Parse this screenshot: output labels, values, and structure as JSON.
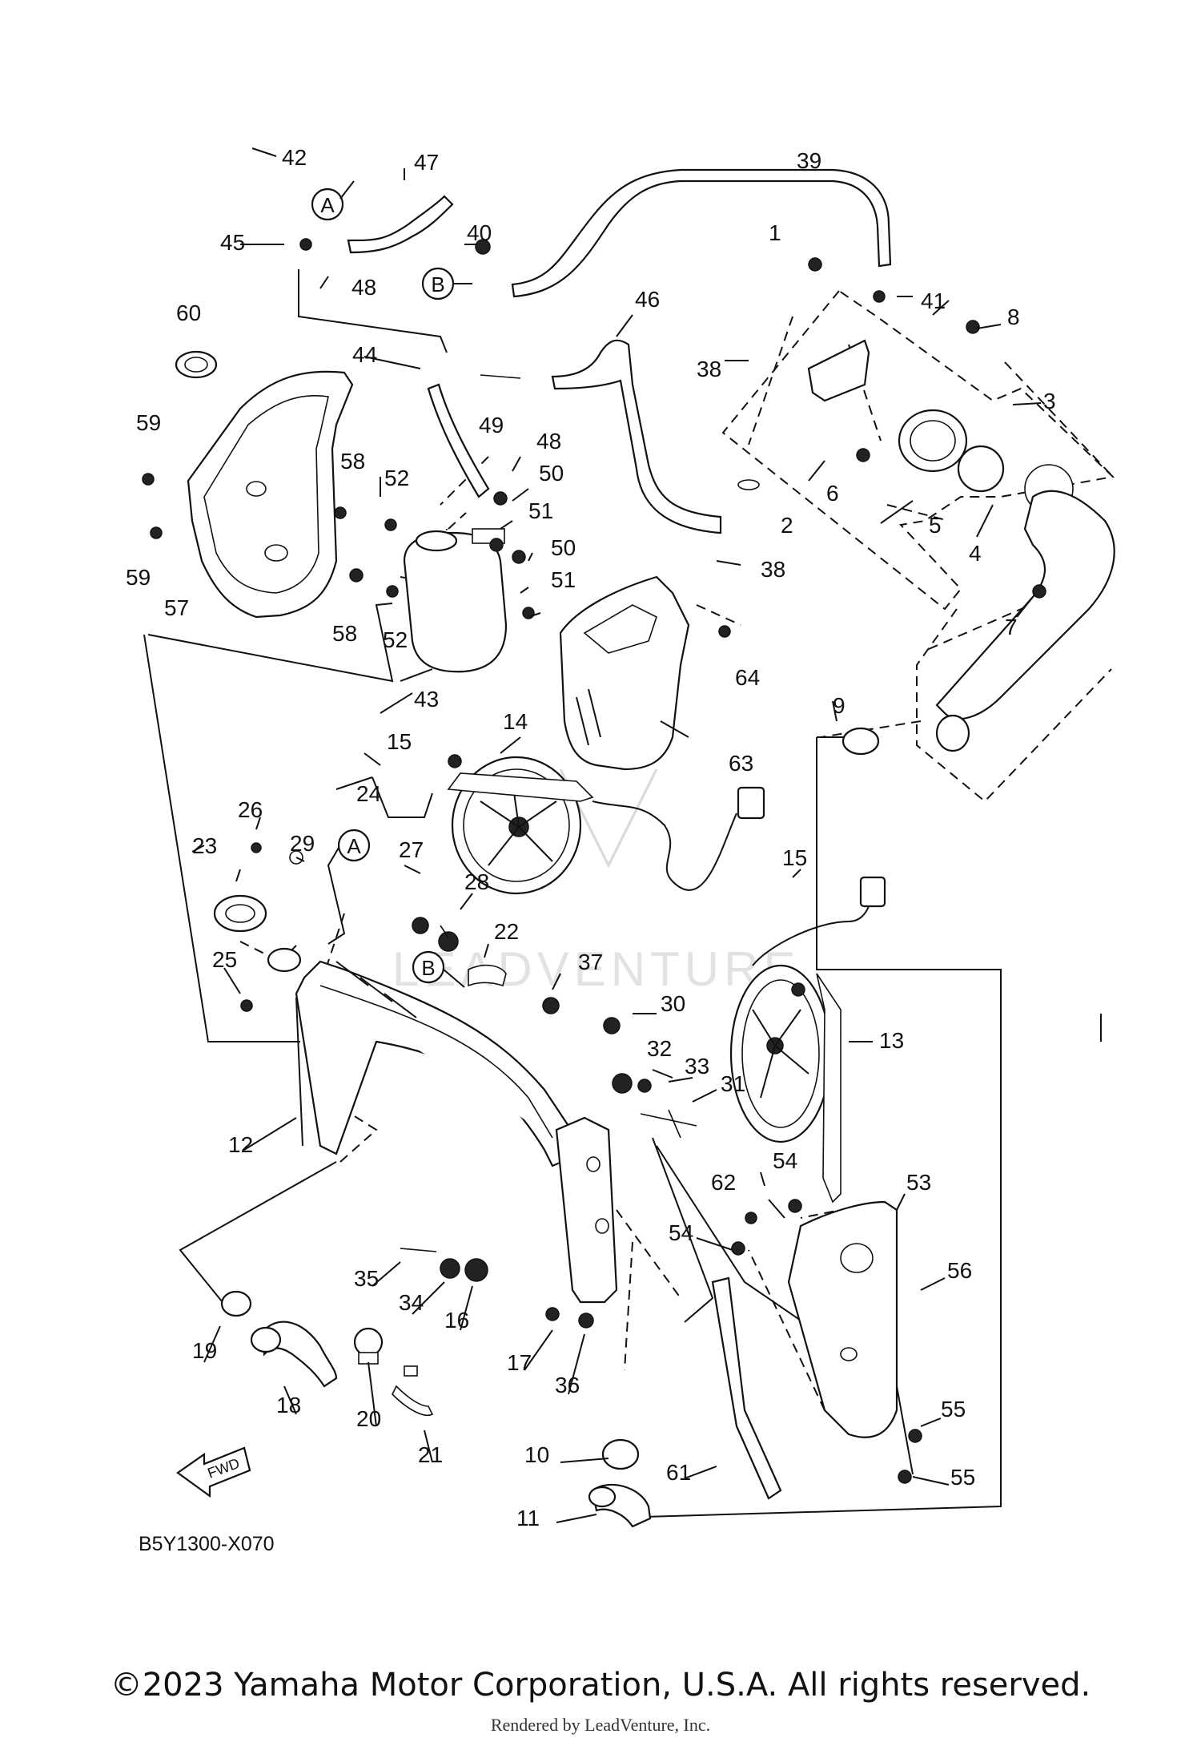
{
  "diagram": {
    "code": "B5Y1300-X070",
    "fwd_label": "FWD",
    "watermark_text": "LEADVENTURE",
    "callouts": [
      {
        "letter": "A"
      },
      {
        "letter": "B"
      },
      {
        "letter": "A"
      },
      {
        "letter": "B"
      }
    ],
    "parts": [
      "1",
      "2",
      "3",
      "4",
      "5",
      "6",
      "7",
      "8",
      "9",
      "10",
      "11",
      "12",
      "13",
      "14",
      "15",
      "15",
      "16",
      "17",
      "18",
      "19",
      "20",
      "21",
      "22",
      "23",
      "24",
      "25",
      "26",
      "27",
      "28",
      "29",
      "30",
      "31",
      "32",
      "33",
      "34",
      "35",
      "36",
      "37",
      "38",
      "38",
      "39",
      "40",
      "41",
      "42",
      "43",
      "44",
      "45",
      "46",
      "47",
      "48",
      "48",
      "49",
      "50",
      "50",
      "51",
      "51",
      "52",
      "52",
      "53",
      "54",
      "54",
      "55",
      "55",
      "56",
      "57",
      "58",
      "58",
      "59",
      "59",
      "60",
      "61",
      "62",
      "63",
      "64"
    ]
  },
  "footer": {
    "copyright": "©2023 Yamaha Motor Corporation, U.S.A. All rights reserved.",
    "rendered_by": "Rendered by LeadVenture, Inc."
  }
}
